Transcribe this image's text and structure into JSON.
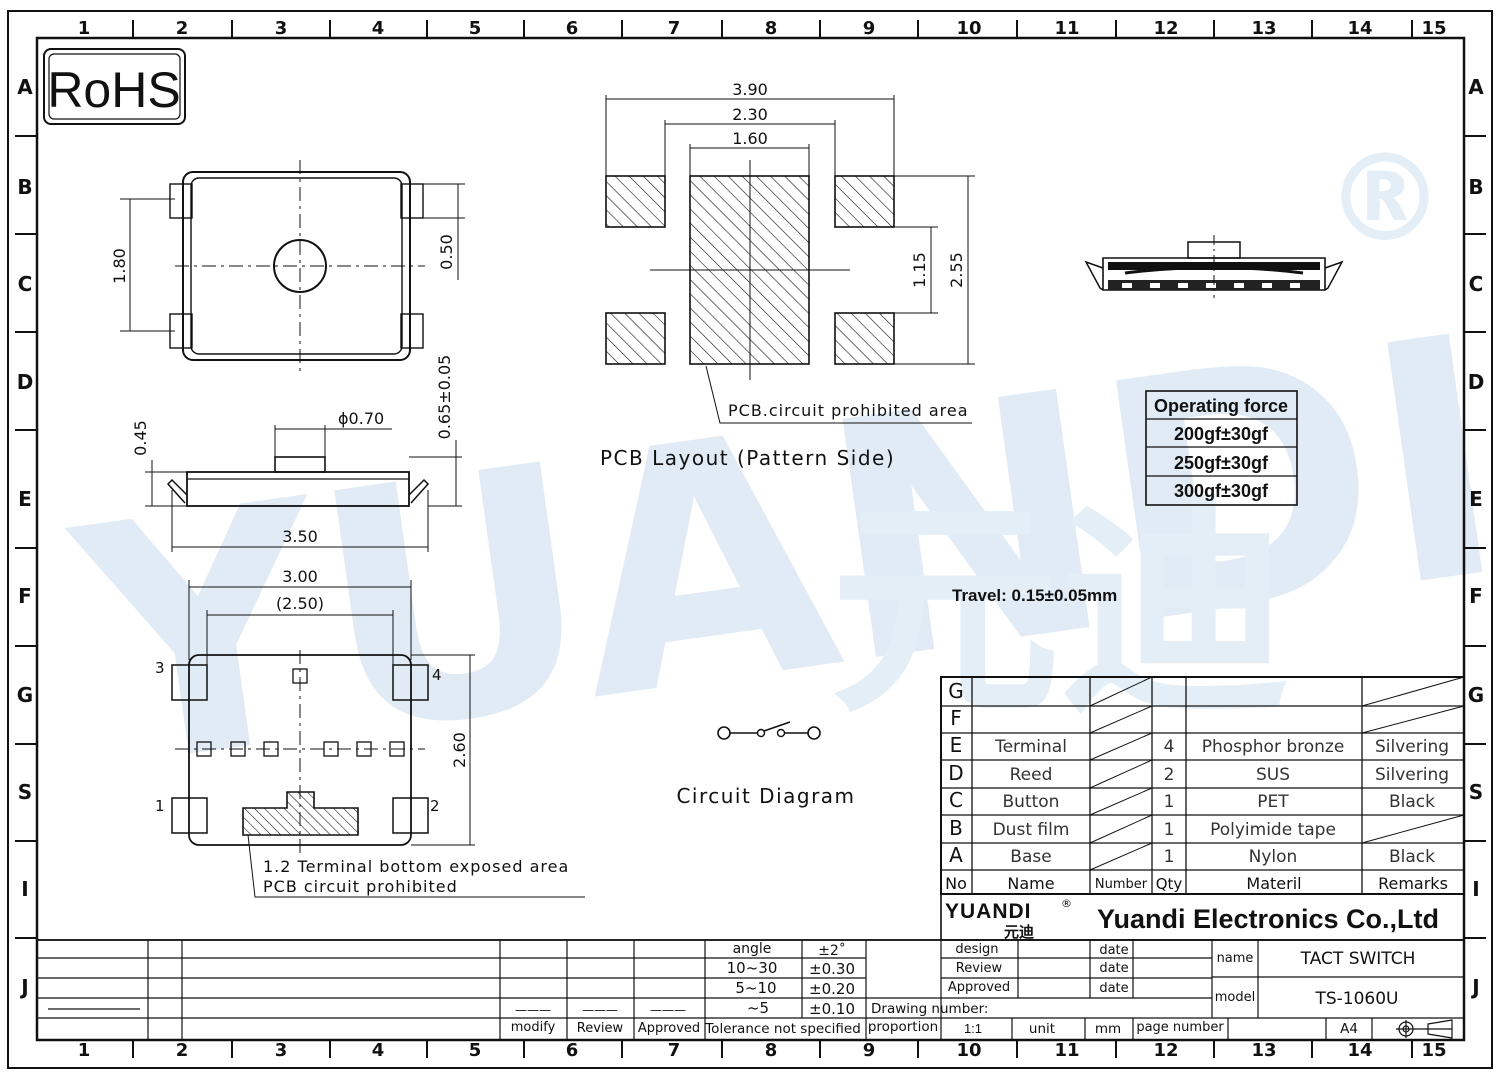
{
  "border": {
    "columns": [
      "1",
      "2",
      "3",
      "4",
      "5",
      "6",
      "7",
      "8",
      "9",
      "10",
      "11",
      "12",
      "13",
      "14",
      "15"
    ],
    "rows": [
      "A",
      "B",
      "C",
      "D",
      "E",
      "F",
      "G",
      "S",
      "I",
      "J"
    ]
  },
  "rohs": "RoHS",
  "watermark": {
    "latin": "YUANDI",
    "chinese": "元迪",
    "mark": "®"
  },
  "top_view": {
    "dim_height": "1.80",
    "dim_pad": "0.50"
  },
  "side_view": {
    "dim_045": "0.45",
    "dim_diameter": "ϕ0.70",
    "dim_065": "0.65±0.05",
    "dim_width": "3.50"
  },
  "bottom_view": {
    "dim_300": "3.00",
    "dim_250": "(2.50)",
    "dim_260": "2.60",
    "pins": [
      "3",
      "4",
      "1",
      "2"
    ],
    "note_line1": "1.2 Terminal bottom exposed area",
    "note_line2": "PCB circuit prohibited"
  },
  "pcb_layout": {
    "dim_390": "3.90",
    "dim_230": "2.30",
    "dim_160": "1.60",
    "dim_115": "1.15",
    "dim_255": "2.55",
    "prohibited": "PCB.circuit prohibited area",
    "title": "PCB Layout (Pattern Side)"
  },
  "operating_force": {
    "header": "Operating force",
    "values": [
      "200gf±30gf",
      "250gf±30gf",
      "300gf±30gf"
    ]
  },
  "travel": "Travel: 0.15±0.05mm",
  "circuit": {
    "title": "Circuit Diagram"
  },
  "bom": {
    "rows": [
      {
        "no": "G",
        "name": "",
        "qty": "",
        "material": "",
        "remarks": ""
      },
      {
        "no": "F",
        "name": "",
        "qty": "",
        "material": "",
        "remarks": ""
      },
      {
        "no": "E",
        "name": "Terminal",
        "qty": "4",
        "material": "Phosphor bronze",
        "remarks": "Silvering"
      },
      {
        "no": "D",
        "name": "Reed",
        "qty": "2",
        "material": "SUS",
        "remarks": "Silvering"
      },
      {
        "no": "C",
        "name": "Button",
        "qty": "1",
        "material": "PET",
        "remarks": "Black"
      },
      {
        "no": "B",
        "name": "Dust film",
        "qty": "1",
        "material": "Polyimide tape",
        "remarks": ""
      },
      {
        "no": "A",
        "name": "Base",
        "qty": "1",
        "material": "Nylon",
        "remarks": "Black"
      }
    ],
    "header": {
      "no": "No",
      "name": "Name",
      "number": "Number",
      "qty": "Qty",
      "material": "Materil",
      "remarks": "Remarks"
    }
  },
  "company": {
    "logo": "YUANDI",
    "logo_cn": "元迪",
    "reg": "®",
    "name": "Yuandi Electronics Co.,Ltd"
  },
  "title_block": {
    "design": "design",
    "review": "Review",
    "approved": "Approved",
    "date": "date",
    "name_label": "name",
    "name_value": "TACT SWITCH",
    "model_label": "model",
    "model_value": "TS-1060U",
    "drawing_number": "Drawing number:",
    "proportion": "proportion",
    "scale": "1:1",
    "unit_label": "unit",
    "unit_value": "mm",
    "page_number": "page number",
    "sheet": "A4"
  },
  "tolerance": {
    "rows": [
      [
        "angle",
        "±2˚"
      ],
      [
        "10~30",
        "±0.30"
      ],
      [
        "5~10",
        "±0.20"
      ],
      [
        "~5",
        "±0.10"
      ]
    ],
    "footer": "Tolerance not specified"
  },
  "revision": {
    "modify": "modify",
    "review": "Review",
    "approved": "Approved",
    "dash": "———"
  }
}
